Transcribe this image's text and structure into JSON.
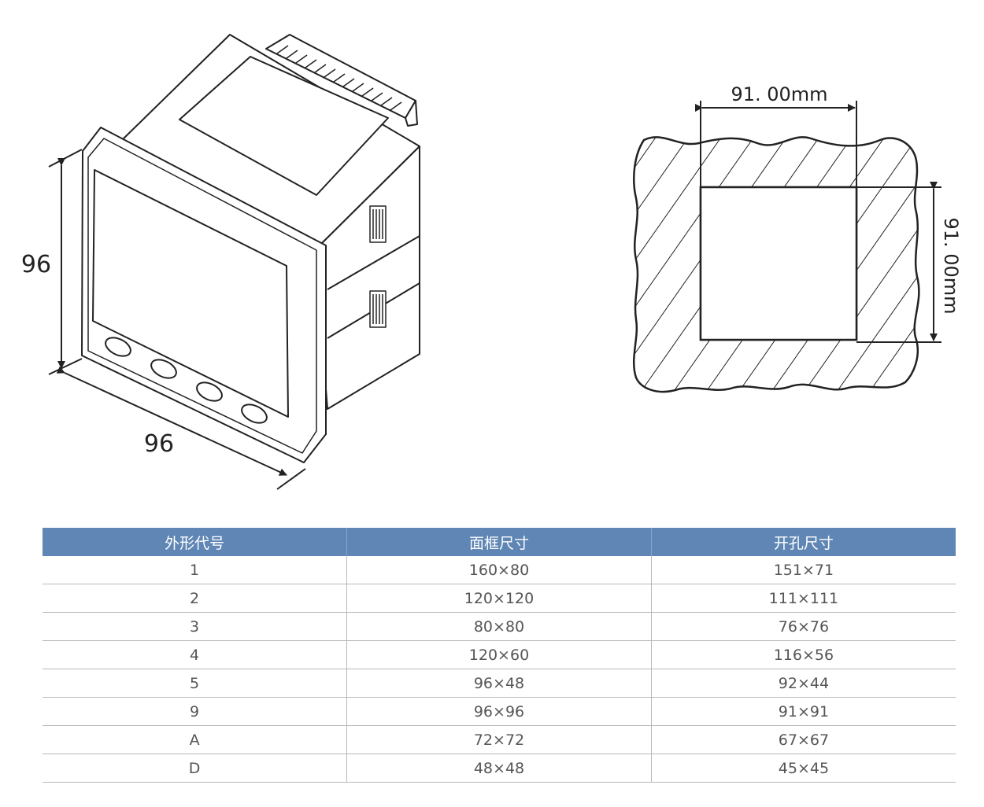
{
  "meter_drawing": {
    "height_label": "96",
    "width_label": "96"
  },
  "cutout_drawing": {
    "width_label": "91. 00mm",
    "height_label": "91. 00mm"
  },
  "table": {
    "headers": [
      "外形代号",
      "面框尺寸",
      "开孔尺寸"
    ],
    "rows": [
      [
        "1",
        "160×80",
        "151×71"
      ],
      [
        "2",
        "120×120",
        "111×111"
      ],
      [
        "3",
        "80×80",
        "76×76"
      ],
      [
        "4",
        "120×60",
        "116×56"
      ],
      [
        "5",
        "96×48",
        "92×44"
      ],
      [
        "9",
        "96×96",
        "91×91"
      ],
      [
        "A",
        "72×72",
        "67×67"
      ],
      [
        "D",
        "48×48",
        "45×45"
      ]
    ]
  }
}
